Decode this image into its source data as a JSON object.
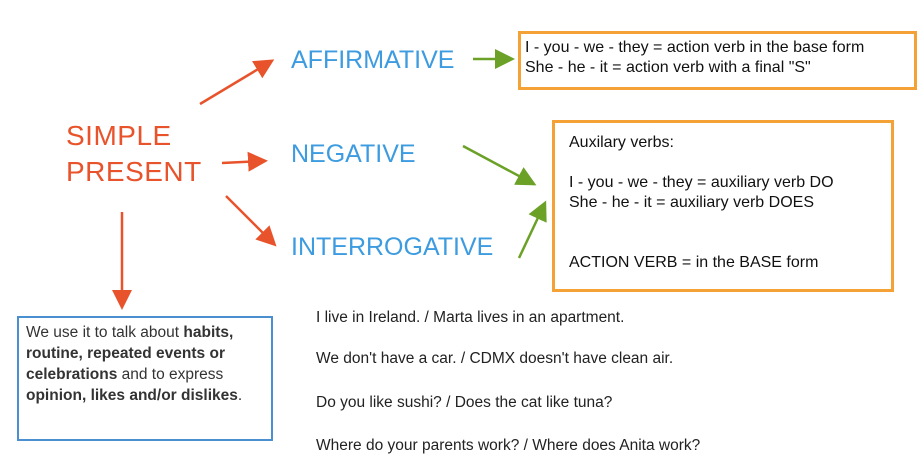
{
  "topic": {
    "line1": "SIMPLE",
    "line2": "PRESENT"
  },
  "branches": {
    "affirmative": "AFFIRMATIVE",
    "negative": "NEGATIVE",
    "interrogative": "INTERROGATIVE"
  },
  "affirmative_box": {
    "line1": "I - you - we - they = action verb in the base form",
    "line2": "She - he - it = action verb with a final \"S\""
  },
  "auxiliary_box": {
    "heading": "Auxilary verbs:",
    "line1": "I - you - we - they = auxiliary verb DO",
    "line2": "She - he - it = auxiliary verb DOES",
    "line3": "ACTION VERB = in the BASE form"
  },
  "usage_box": {
    "t1": "We use it to talk about ",
    "b1": "habits, routine, repeated events or celebrations",
    "t2": " and to express ",
    "b2": "opinion, likes and/or dislikes",
    "t3": "."
  },
  "examples": [
    "I live in Ireland. / Marta lives in an apartment.",
    "We don't have a car. / CDMX doesn't have clean air.",
    "Do you like sushi? / Does the cat like tuna?",
    "Where do your parents work? / Where does Anita work?"
  ],
  "colors": {
    "orange": "#e8532b",
    "blue": "#3d9be0",
    "green": "#6aa126",
    "box_border": "#f4a236",
    "usage_border": "#4a8fd0"
  }
}
